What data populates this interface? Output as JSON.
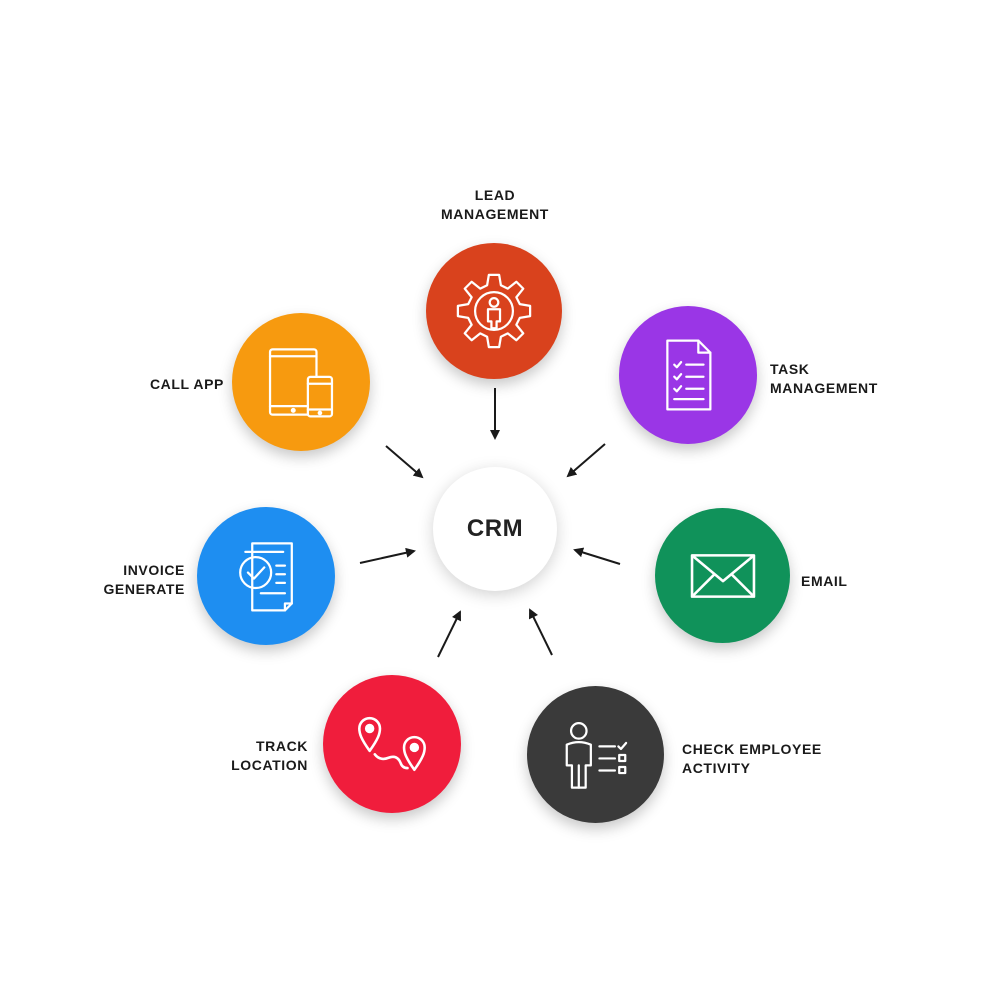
{
  "center": {
    "label": "CRM"
  },
  "nodes": {
    "lead": {
      "lines": [
        "LEAD",
        "MANAGEMENT"
      ],
      "color": "#d9421d",
      "icon": "gear-person-icon"
    },
    "task": {
      "lines": [
        "TASK",
        "MANAGEMENT"
      ],
      "color": "#9a36e6",
      "icon": "checklist-document-icon"
    },
    "email": {
      "lines": [
        "EMAIL"
      ],
      "color": "#10925a",
      "icon": "envelope-icon"
    },
    "employee": {
      "lines": [
        "CHECK EMPLOYEE",
        "ACTIVITY"
      ],
      "color": "#3a3a3a",
      "icon": "person-checklist-icon"
    },
    "track": {
      "lines": [
        "TRACK",
        "LOCATION"
      ],
      "color": "#f01d3c",
      "icon": "route-pins-icon"
    },
    "invoice": {
      "lines": [
        "INVOICE",
        "GENERATE"
      ],
      "color": "#1e8ef1",
      "icon": "invoice-check-icon"
    },
    "call": {
      "lines": [
        "CALL APP"
      ],
      "color": "#f79a0f",
      "icon": "tablet-phone-icon"
    }
  }
}
